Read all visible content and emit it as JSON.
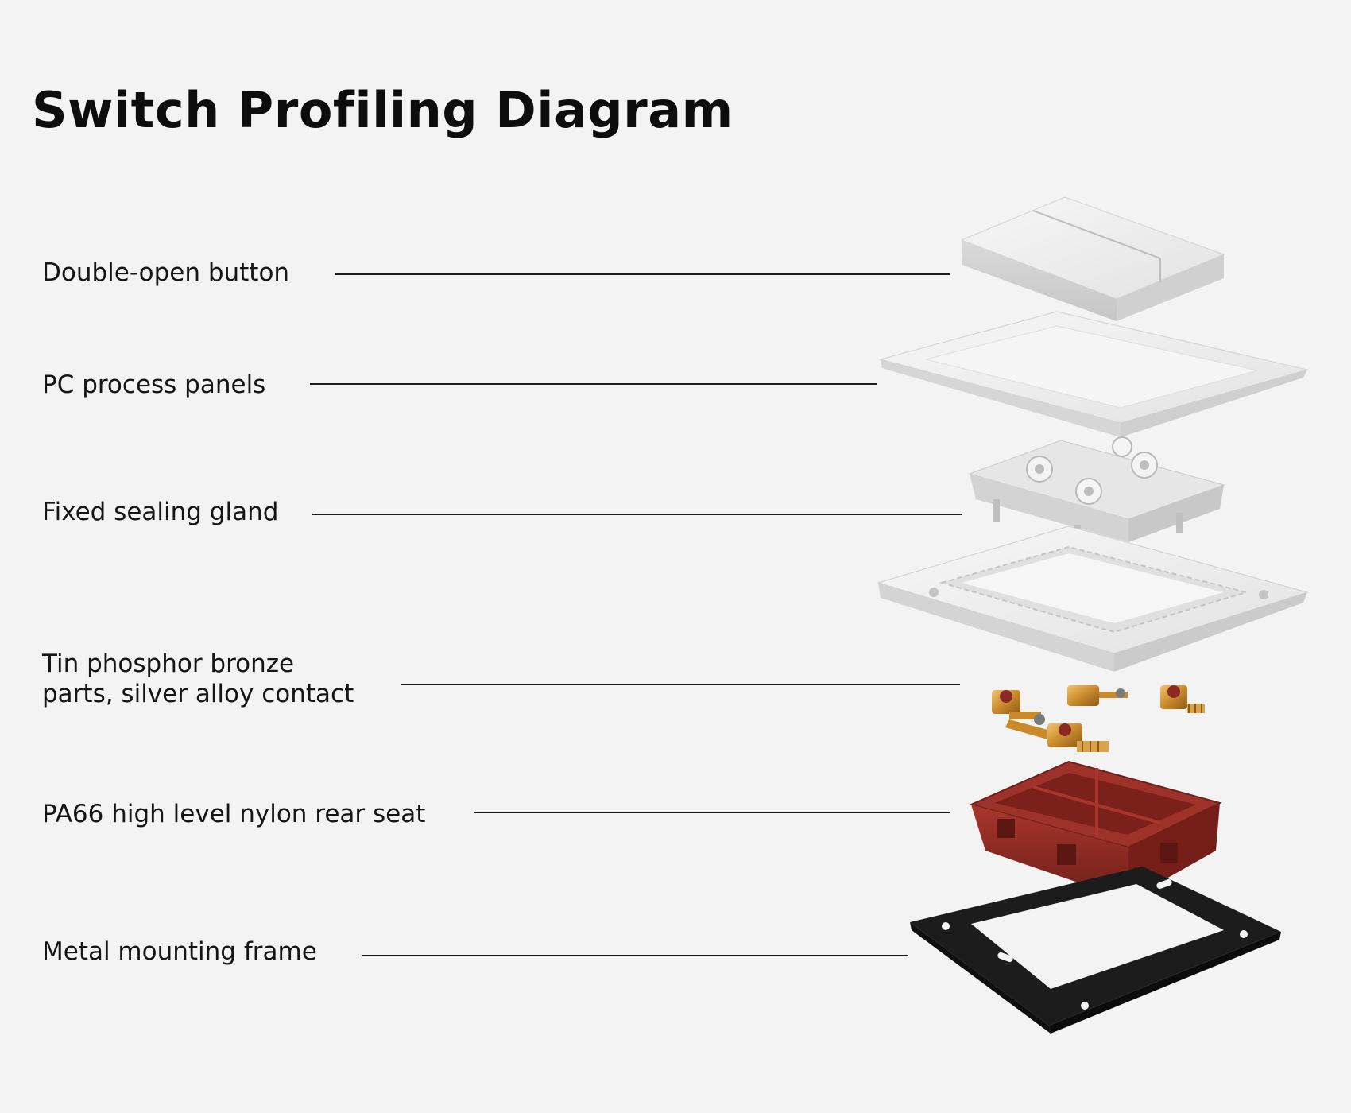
{
  "title": "Switch Profiling Diagram",
  "parts": [
    {
      "id": "button",
      "lines": [
        "Double-open button"
      ]
    },
    {
      "id": "panel",
      "lines": [
        "PC process panels"
      ]
    },
    {
      "id": "gland",
      "lines": [
        "Fixed sealing gland"
      ]
    },
    {
      "id": "contacts",
      "lines": [
        "Tin phosphor bronze",
        "parts, silver alloy contact"
      ]
    },
    {
      "id": "seat",
      "lines": [
        "PA66 high level nylon rear seat"
      ]
    },
    {
      "id": "frame",
      "lines": [
        "Metal mounting frame"
      ]
    }
  ],
  "colors": {
    "background": "#f3f3f3",
    "white_parts": "#ececec",
    "bronze": "#d49a3a",
    "nylon_red": "#8a2a22",
    "metal_frame": "#1c1c1c"
  }
}
